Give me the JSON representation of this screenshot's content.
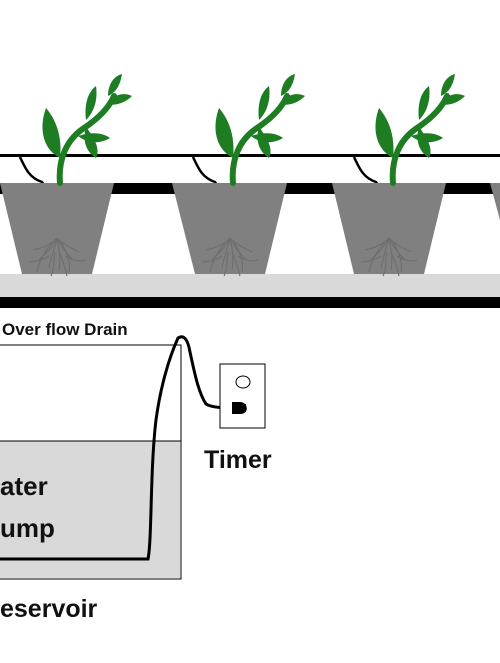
{
  "labels": {
    "overflow_drain": "Over flow Drain",
    "timer": "Timer",
    "pump_line1": "ater",
    "pump_line2": "ump",
    "reservoir": "eservoir"
  },
  "colors": {
    "leaf": "#1e7d22",
    "pot": "#808080",
    "tray": "#d9d9d9",
    "reservoir_water": "#d9d9d9",
    "line": "#000000",
    "roots": "#6e6e6e"
  },
  "icons": {
    "plant": "plant-icon",
    "roots": "roots-icon",
    "plug": "plug-icon",
    "outlet": "outlet-icon"
  }
}
